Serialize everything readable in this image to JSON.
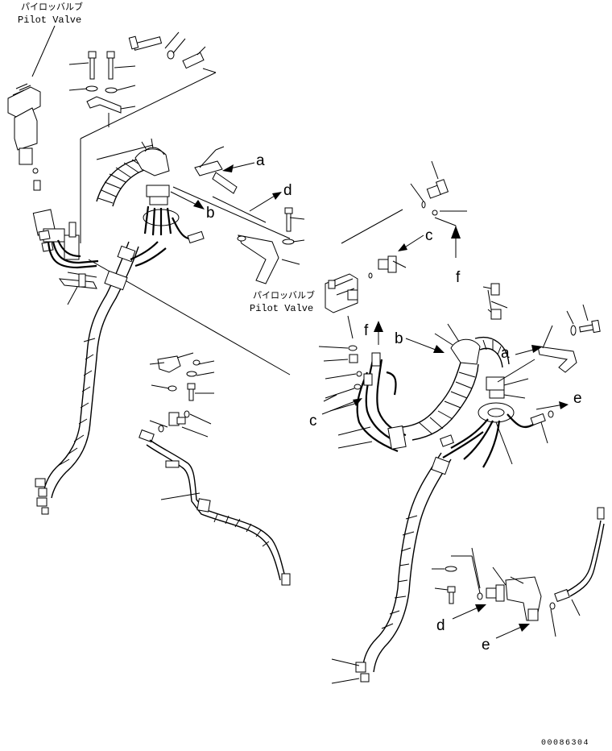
{
  "labels": {
    "pilot_valve_jp": "パイロッバルブ",
    "pilot_valve_en": "Pilot Valve",
    "a": "a",
    "b": "b",
    "c": "c",
    "d": "d",
    "e": "e",
    "f": "f"
  },
  "drawing_number": "00086304"
}
